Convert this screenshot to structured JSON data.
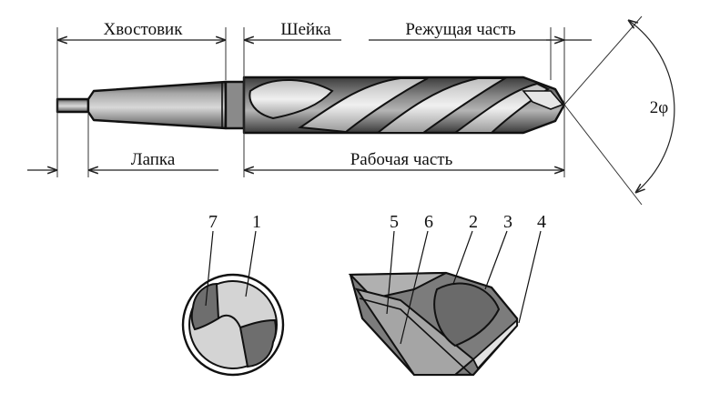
{
  "labels": {
    "shank": "Хвостовик",
    "neck": "Шейка",
    "cutting_part": "Режущая часть",
    "tang": "Лапка",
    "working_part": "Рабочая часть",
    "point_angle": "2φ"
  },
  "callouts": {
    "n7": "7",
    "n1": "1",
    "n5": "5",
    "n6": "6",
    "n2": "2",
    "n3": "3",
    "n4": "4"
  },
  "colors": {
    "dark_metal": "#6e6e6e",
    "mid_metal": "#9a9a9a",
    "light_metal": "#cfcfcf",
    "line": "#111111"
  }
}
